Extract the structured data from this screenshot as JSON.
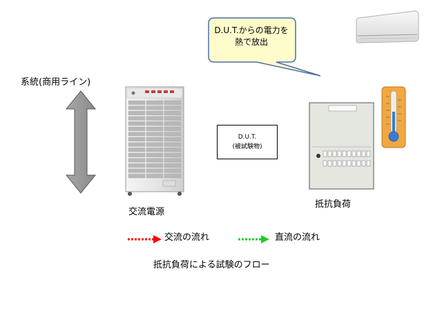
{
  "grid": {
    "label": "系統(商用ライン)"
  },
  "ac_source": {
    "label": "交流電源"
  },
  "dut": {
    "line1": "D.U.T.",
    "line2": "(被試験物)"
  },
  "resistive_load": {
    "label": "抵抗負荷"
  },
  "callout": {
    "text": "D.U.T.からの電力を熱で放出"
  },
  "legend": [
    {
      "label": "交流の流れ",
      "color": "#ff0000"
    },
    {
      "label": "直流の流れ",
      "color": "#22cc22"
    }
  ],
  "caption": "抵抗負荷による試験のフロー",
  "colors": {
    "arrow_fill": "#9a9a9a",
    "callout_fill": "#fffccc",
    "callout_border": "#4a6fa5",
    "panel_fill": "#e4e6e0"
  },
  "icons": {
    "air_conditioner": "air-conditioner-icon",
    "thermometer": "thermometer-icon"
  }
}
